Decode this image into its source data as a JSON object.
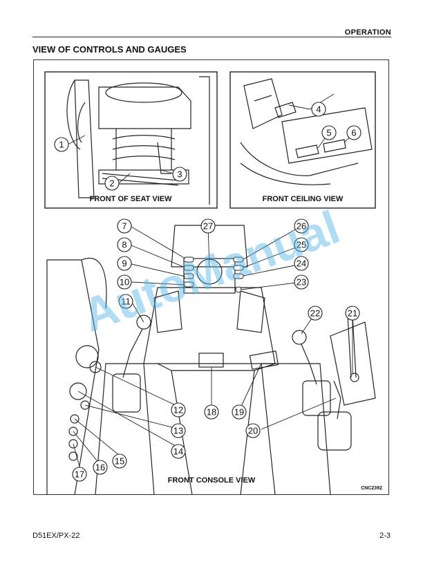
{
  "header": {
    "section": "OPERATION",
    "title": "VIEW OF CONTROLS AND GAUGES"
  },
  "figure": {
    "inset_left_caption": "FRONT OF SEAT VIEW",
    "inset_right_caption": "FRONT CEILING VIEW",
    "main_caption": "FRONT CONSOLE VIEW",
    "drawing_code": "CNC2392",
    "watermark": "AutoManual",
    "callouts": [
      "1",
      "2",
      "3",
      "4",
      "5",
      "6",
      "7",
      "8",
      "9",
      "10",
      "11",
      "12",
      "13",
      "14",
      "15",
      "16",
      "17",
      "18",
      "19",
      "20",
      "21",
      "22",
      "23",
      "24",
      "25",
      "26",
      "27"
    ]
  },
  "footer": {
    "model": "D51EX/PX-22",
    "page": "2-3"
  }
}
